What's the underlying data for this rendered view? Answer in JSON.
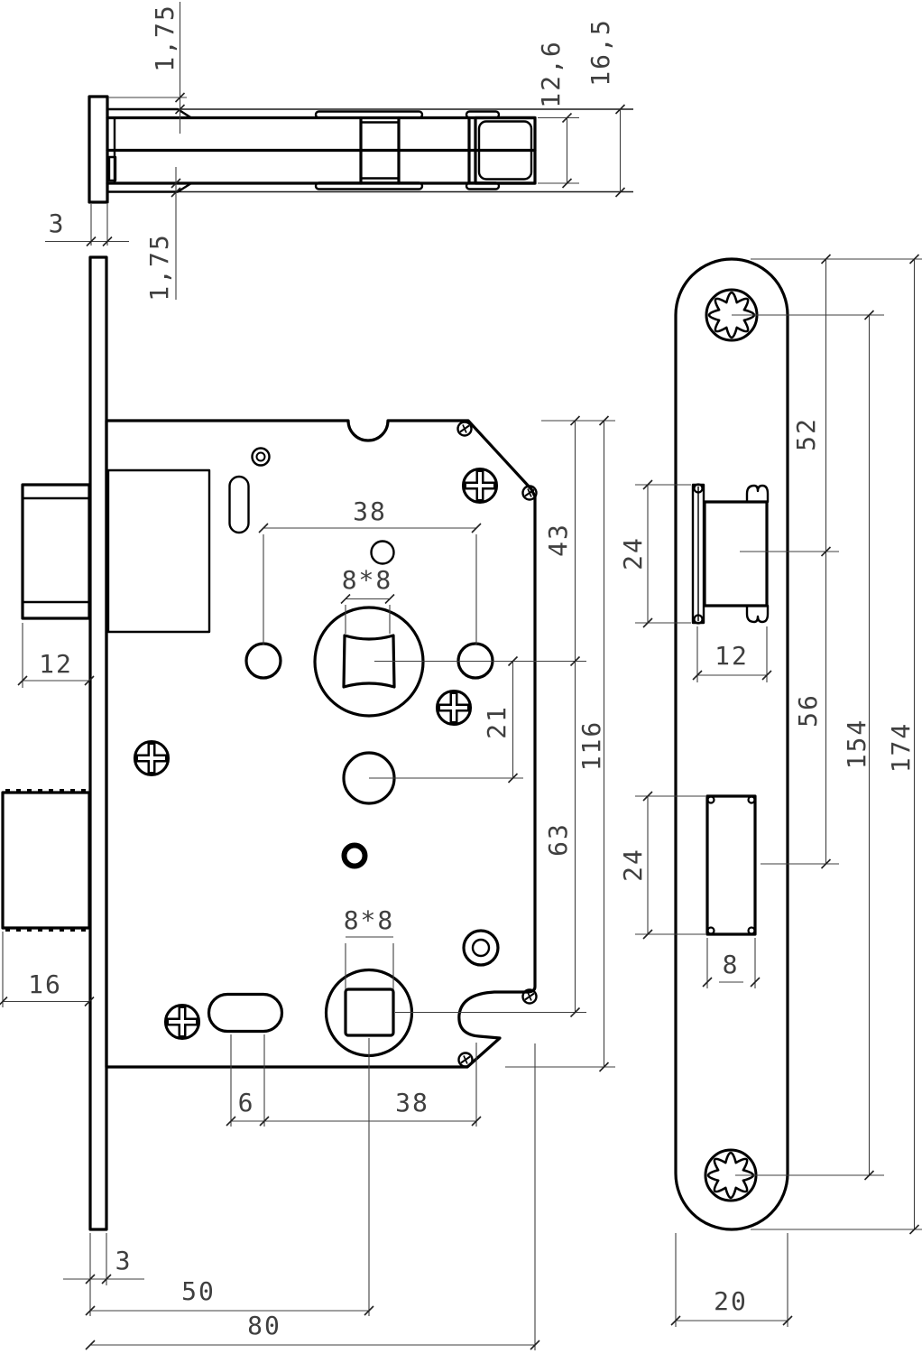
{
  "drawing": {
    "dims": {
      "top": {
        "lip_top": "1,75",
        "cap_thickness": "3",
        "lip_bottom": "1,75",
        "inner_height": "12,6",
        "outer_height": "16,5"
      },
      "front": {
        "handle_spacing": "38",
        "square_top": "8*8",
        "top_to_spindle": "43",
        "spindle_to_cylinder": "21",
        "case_height": "116",
        "spindle_to_lower": "63",
        "latch_width": "12",
        "bolt_width": "16",
        "square_bottom": "8*8",
        "slot_offset": "6",
        "lower_spacing": "38",
        "plate_thickness": "3",
        "backset": "50",
        "case_depth": "80"
      },
      "plate": {
        "top_to_latch": "52",
        "latch_cutout_h": "24",
        "latch_cutout_w": "12",
        "latch_to_bolt": "56",
        "screw_spacing": "154",
        "plate_height": "174",
        "bolt_cutout_h": "24",
        "bolt_cutout_w": "8",
        "plate_width": "20"
      }
    }
  }
}
